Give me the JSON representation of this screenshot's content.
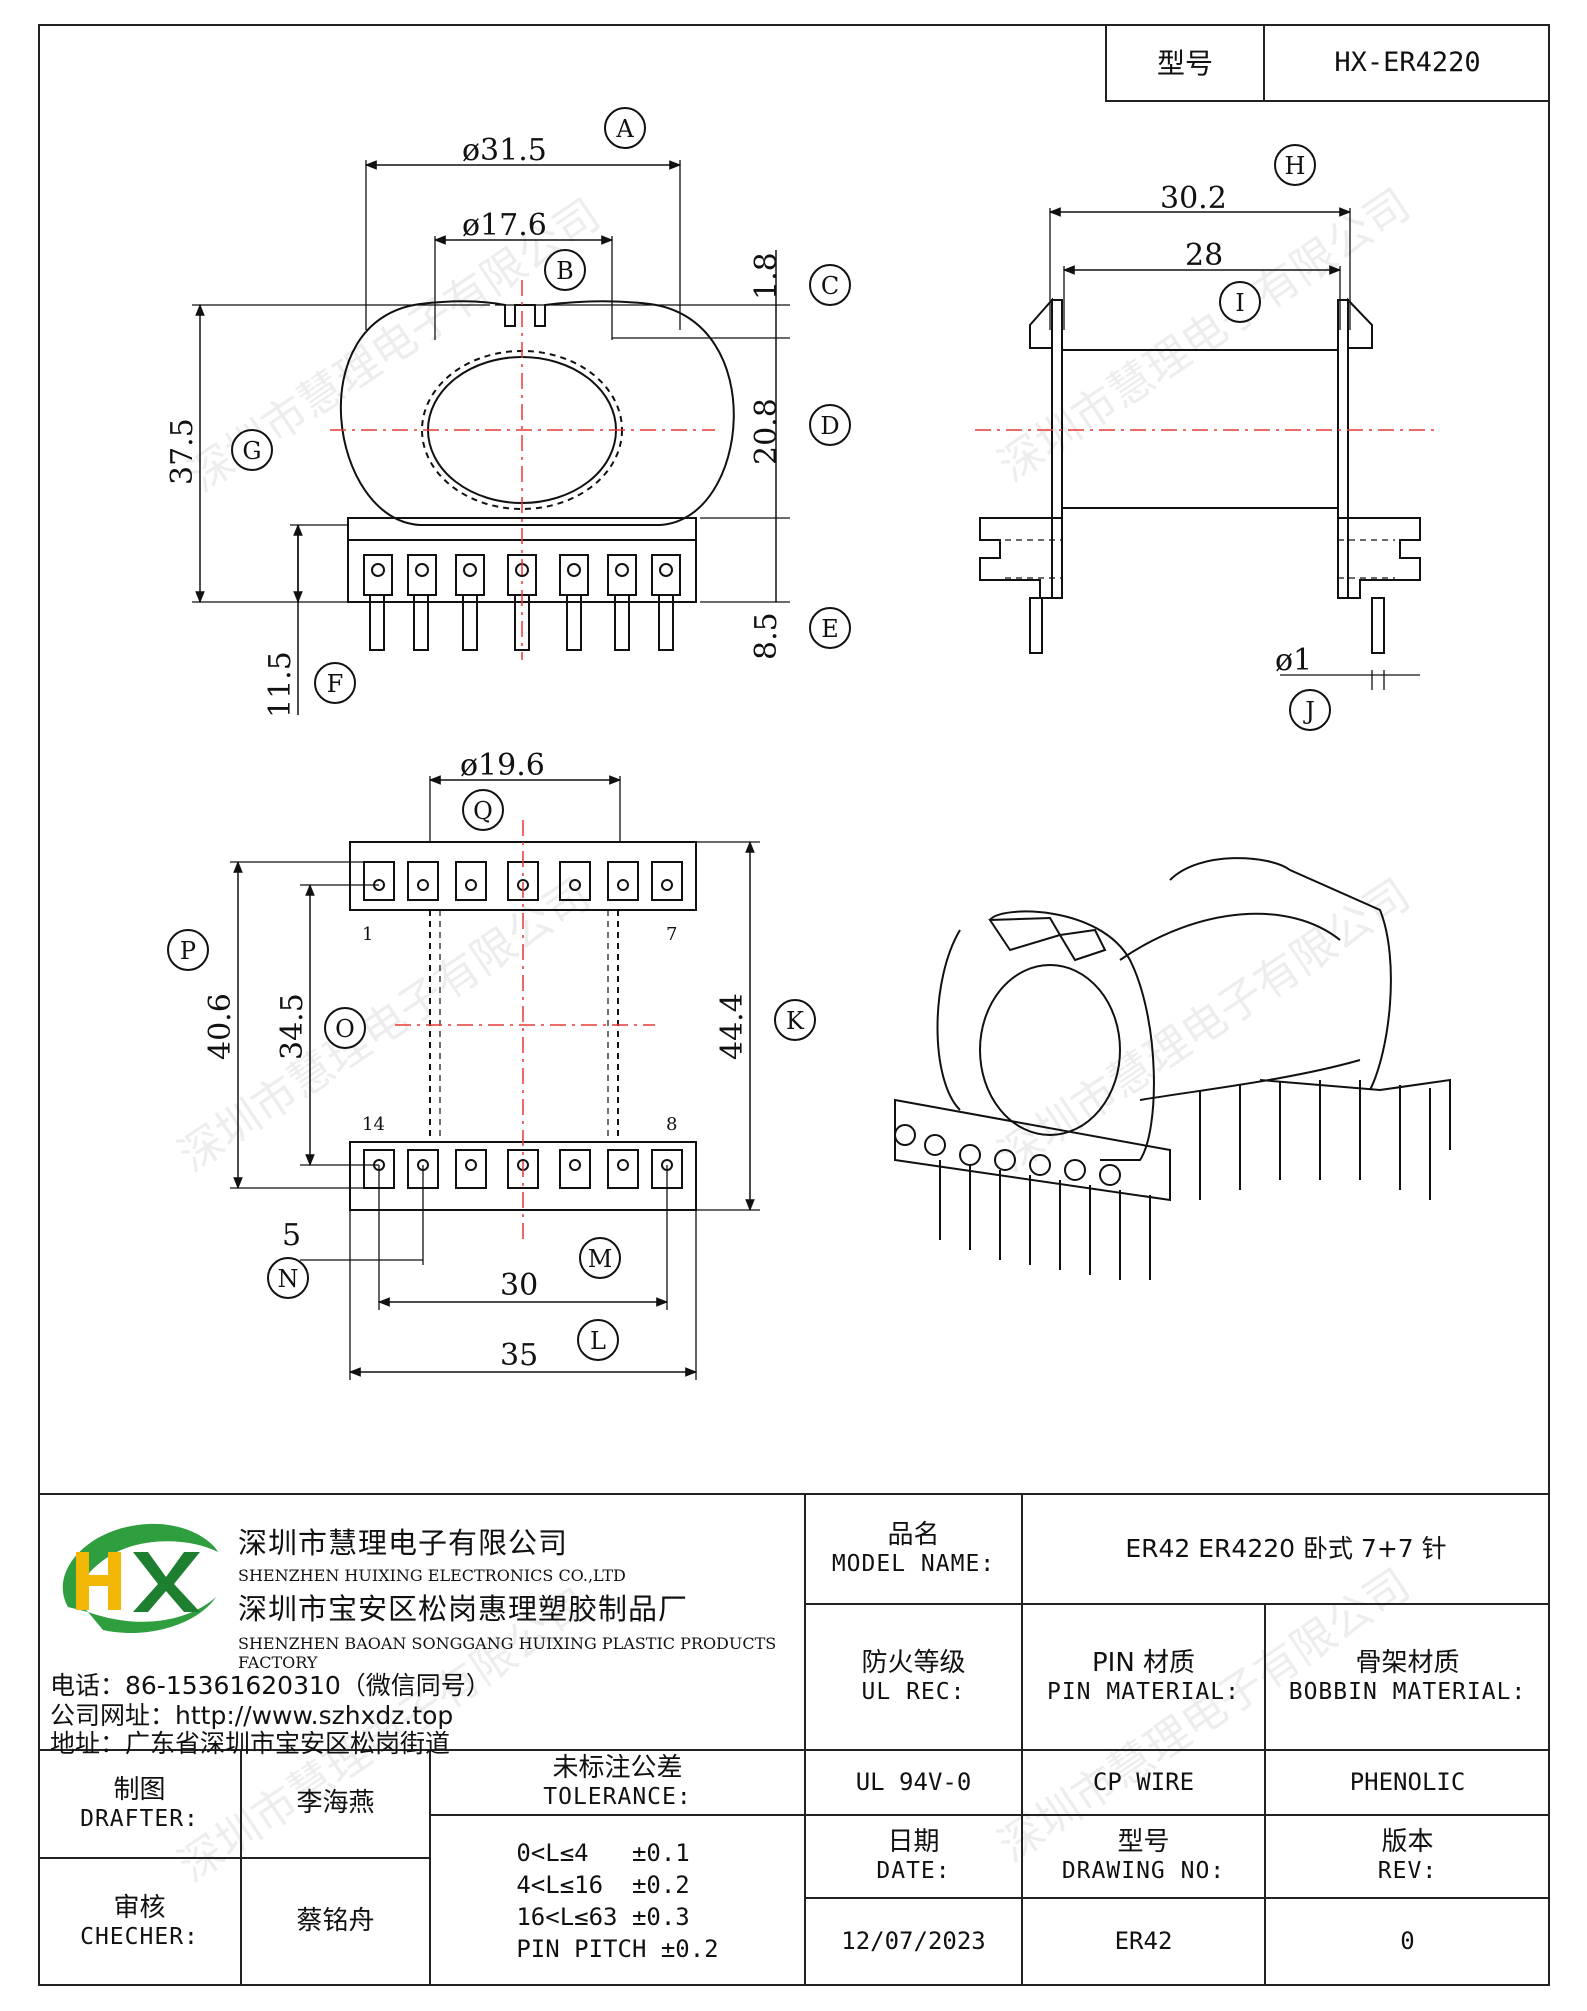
{
  "header": {
    "model_label": "型号",
    "model_value": "HX-ER4220"
  },
  "front_view": {
    "dim_A": "ø31.5",
    "label_A": "A",
    "dim_B": "ø17.6",
    "label_B": "B",
    "dim_C": "1.8",
    "label_C": "C",
    "dim_D": "20.8",
    "label_D": "D",
    "dim_E": "8.5",
    "label_E": "E",
    "dim_F": "11.5",
    "label_F": "F",
    "dim_G": "37.5",
    "label_G": "G"
  },
  "side_view": {
    "dim_H": "30.2",
    "label_H": "H",
    "dim_I": "28",
    "label_I": "I",
    "dim_J": "ø1",
    "label_J": "J"
  },
  "bottom_view": {
    "dim_Q": "ø19.6",
    "label_Q": "Q",
    "dim_P": "40.6",
    "label_P": "P",
    "dim_O": "34.5",
    "label_O": "O",
    "dim_K": "44.4",
    "label_K": "K",
    "dim_N": "5",
    "label_N": "N",
    "dim_M": "30",
    "label_M": "M",
    "dim_L": "35",
    "label_L": "L",
    "pin_1": "1",
    "pin_7": "7",
    "pin_14": "14",
    "pin_8": "8"
  },
  "watermark": "深圳市慧理电子有限公司",
  "company": {
    "logo_text": "HX",
    "name_zh": "深圳市慧理电子有限公司",
    "name_en": "SHENZHEN HUIXING ELECTRONICS CO.,LTD",
    "factory_zh": "深圳市宝安区松岗惠理塑胶制品厂",
    "factory_en": "SHENZHEN BAOAN SONGGANG HUIXING PLASTIC PRODUCTS FACTORY",
    "phone": "电话：86-15361620310（微信同号）",
    "website": "公司网址：http://www.szhxdz.top",
    "address": "地址：广东省深圳市宝安区松岗街道"
  },
  "title_block": {
    "model_name_zh": "品名",
    "model_name_en": "MODEL NAME:",
    "model_name_value": "ER42 ER4220 卧式 7+7 针",
    "ul_zh": "防火等级",
    "ul_en": "UL REC:",
    "pin_mat_zh": "PIN 材质",
    "pin_mat_en": "PIN MATERIAL:",
    "bobbin_mat_zh": "骨架材质",
    "bobbin_mat_en": "BOBBIN MATERIAL:",
    "ul_value": "UL 94V-0",
    "pin_mat_value": "CP WIRE",
    "bobbin_mat_value": "PHENOLIC",
    "drafter_zh": "制图",
    "drafter_en": "DRAFTER:",
    "drafter_name": "李海燕",
    "checker_zh": "审核",
    "checker_en": "CHECHER:",
    "checker_name": "蔡铭舟",
    "tolerance_zh": "未标注公差",
    "tolerance_en": "TOLERANCE:",
    "tolerance_lines": [
      "0<L≤4   ±0.1",
      "4<L≤16  ±0.2",
      "16<L≤63 ±0.3",
      "PIN PITCH ±0.2"
    ],
    "date_zh": "日期",
    "date_en": "DATE:",
    "date_value": "12/07/2023",
    "drawing_zh": "型号",
    "drawing_en": "DRAWING NO:",
    "drawing_value": "ER42",
    "rev_zh": "版本",
    "rev_en": "REV:",
    "rev_value": "0"
  }
}
